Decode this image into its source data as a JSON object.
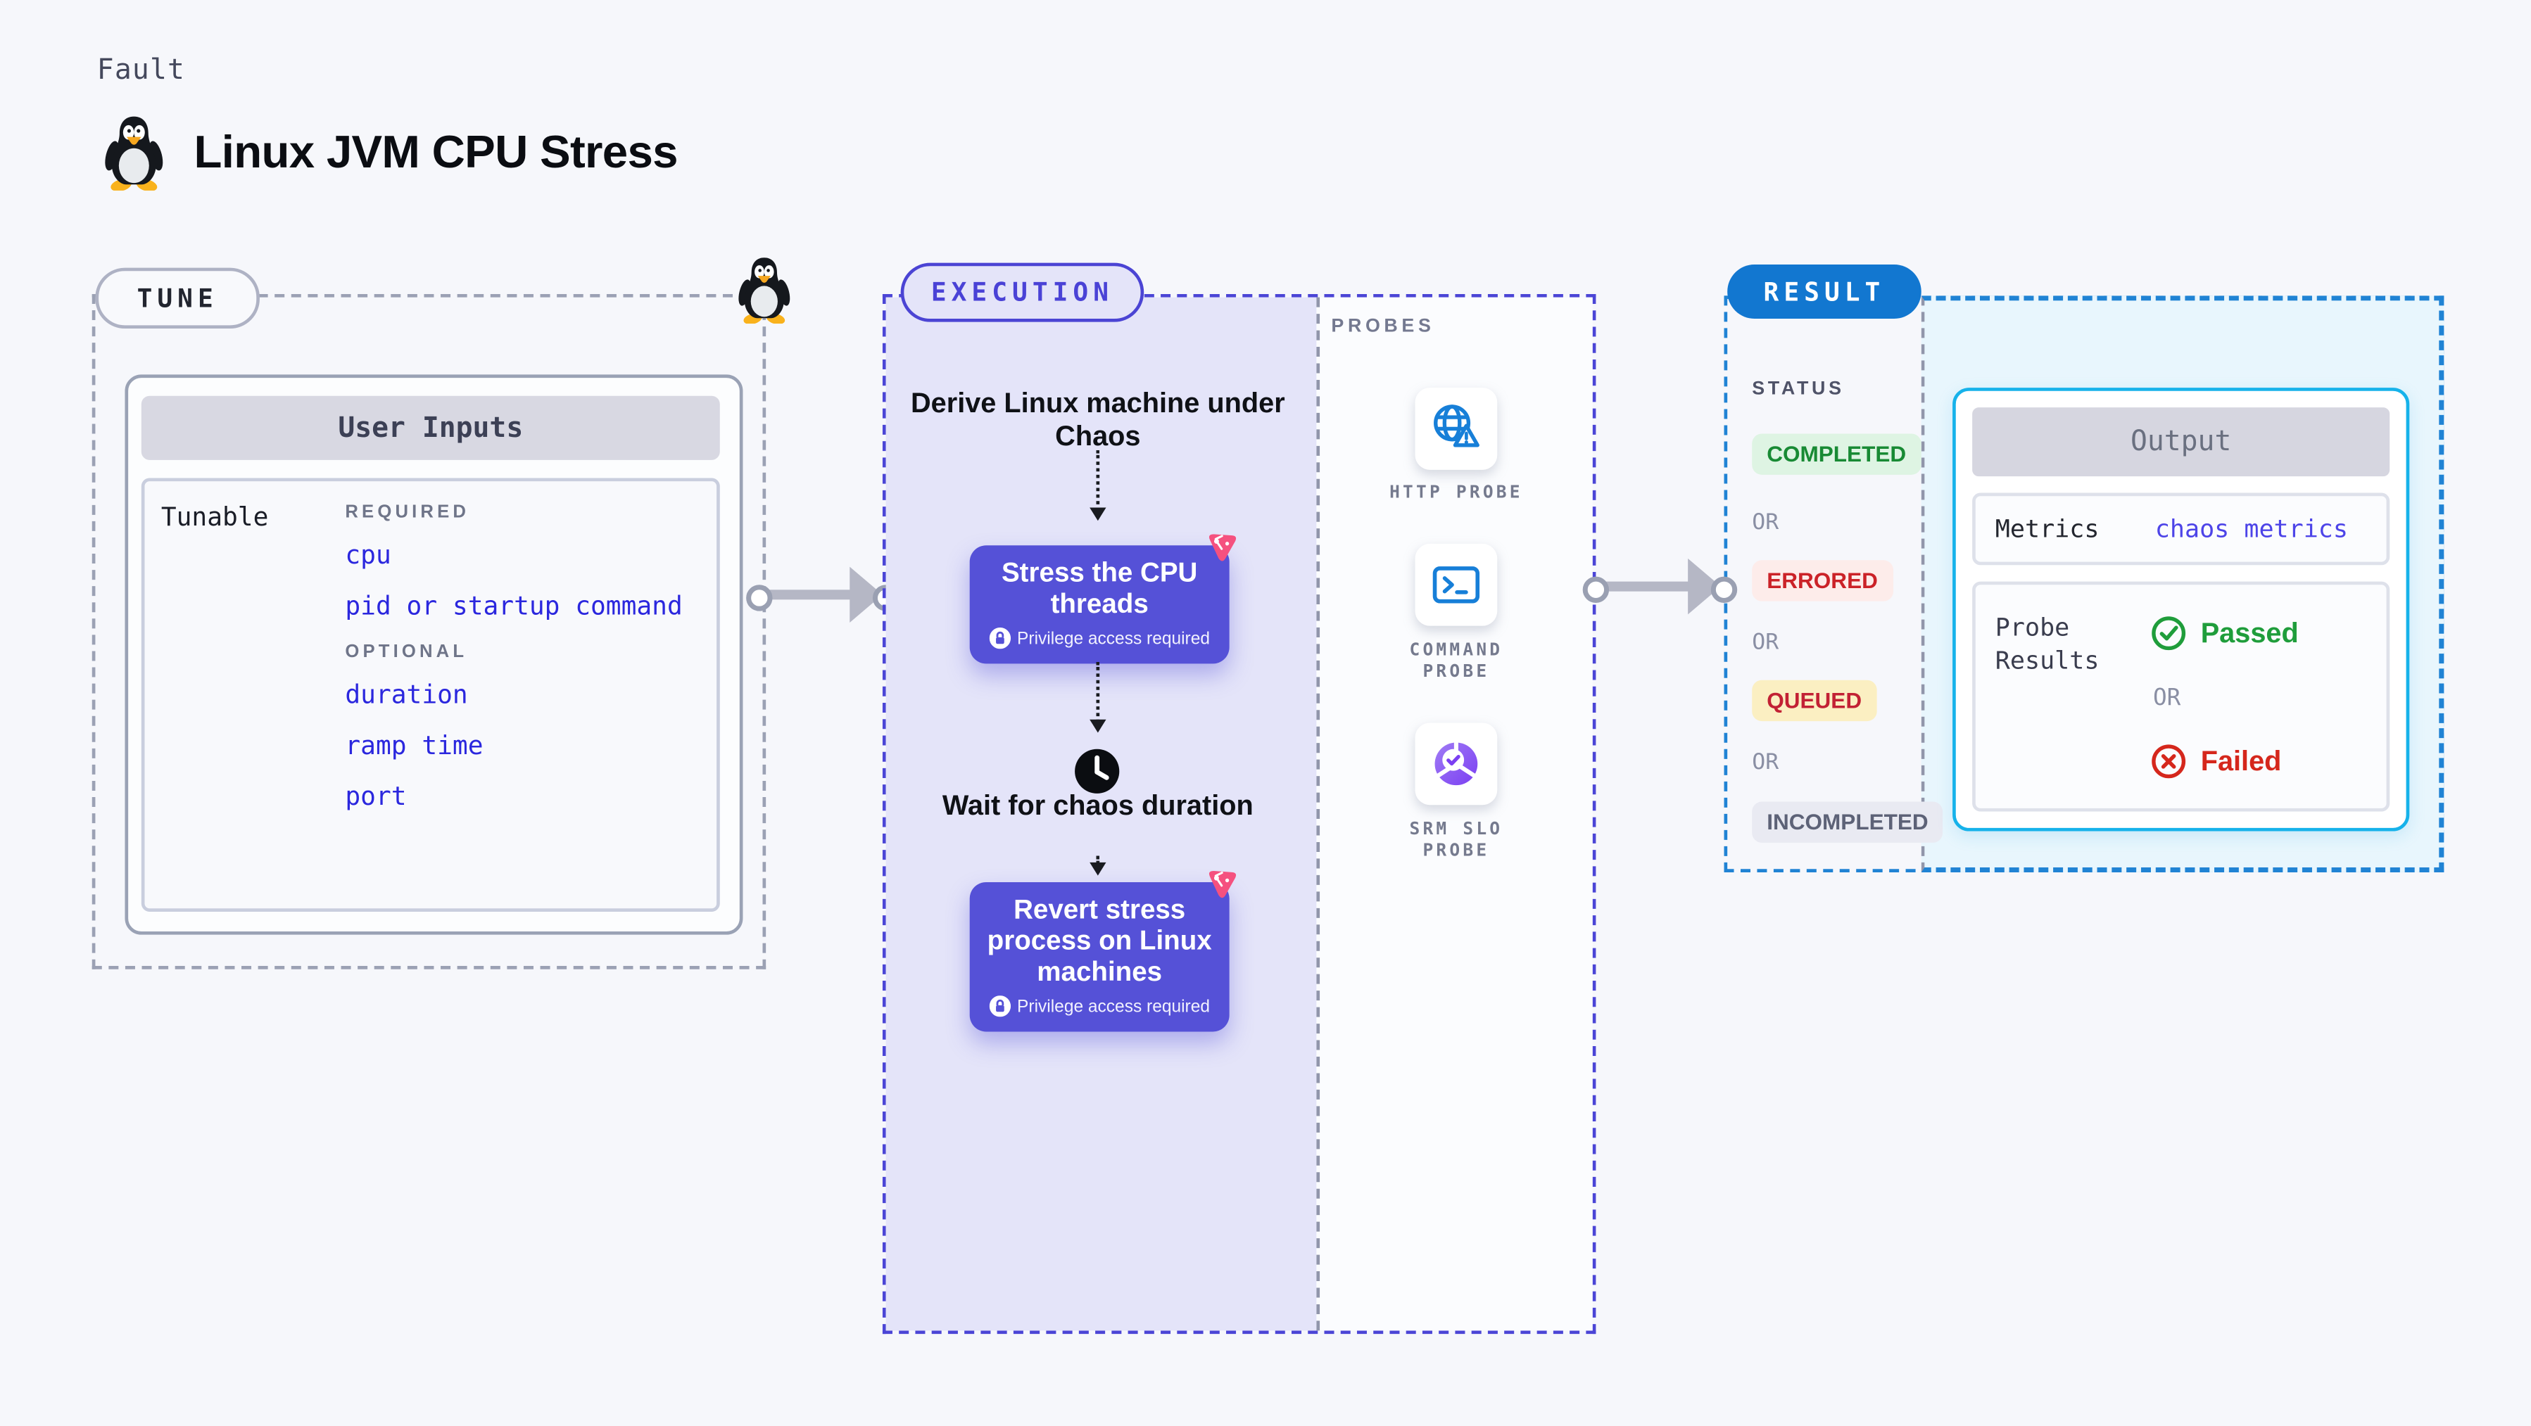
{
  "header": {
    "kicker": "Fault",
    "title": "Linux JVM CPU Stress"
  },
  "tune": {
    "label": "TUNE",
    "card_title": "User Inputs",
    "row_label": "Tunable",
    "required_label": "REQUIRED",
    "required_items": [
      "cpu",
      "pid or startup command"
    ],
    "optional_label": "OPTIONAL",
    "optional_items": [
      "duration",
      "ramp time",
      "port"
    ]
  },
  "execution": {
    "label": "EXECUTION",
    "derive_text": "Derive Linux machine under Chaos",
    "step1_title": "Stress the CPU threads",
    "step1_badge": "Privilege access required",
    "wait_text": "Wait for chaos duration",
    "step2_title": "Revert stress process on Linux machines",
    "step2_badge": "Privilege access required"
  },
  "probes": {
    "label": "PROBES",
    "items": [
      {
        "line1": "HTTP PROBE",
        "line2": "",
        "icon": "globe-alert-icon"
      },
      {
        "line1": "COMMAND",
        "line2": "PROBE",
        "icon": "terminal-icon"
      },
      {
        "line1": "SRM SLO",
        "line2": "PROBE",
        "icon": "slo-check-icon"
      }
    ]
  },
  "result": {
    "label": "RESULT",
    "status_label": "STATUS",
    "or_label": "OR",
    "statuses": [
      {
        "label": "COMPLETED",
        "fg": "#188a34",
        "bg": "#def4e3"
      },
      {
        "label": "ERRORED",
        "fg": "#cb2228",
        "bg": "#fdecea"
      },
      {
        "label": "QUEUED",
        "fg": "#c22134",
        "bg": "#fbefc2"
      },
      {
        "label": "INCOMPLETED",
        "fg": "#5d6277",
        "bg": "#e9eaf2"
      }
    ],
    "output": {
      "title": "Output",
      "metrics_label": "Metrics",
      "metrics_value": "chaos metrics",
      "probe_results_label": "Probe Results",
      "passed_label": "Passed",
      "failed_label": "Failed"
    }
  },
  "icons": {
    "header_icon": "linux-penguin-icon",
    "tune_icon": "linux-penguin-icon",
    "step_corner_icon": "chaos-logo-icon",
    "step_badge_icon": "lock-icon",
    "wait_icon": "clock-icon",
    "passed_icon": "check-circle-icon",
    "failed_icon": "x-circle-icon"
  },
  "colors": {
    "page_bg": "#f6f7fb",
    "tune_border": "#9ba1b4",
    "input_value_blue": "#2b27de",
    "execution_accent": "#4b44d4",
    "execution_panel": "#e4e4f9",
    "step_purple": "#5551d7",
    "chaos_pink": "#f5517f",
    "probe_icon_blue": "#177fd8",
    "srm_purple": "#7b3ff2",
    "result_pill_blue": "#1277d0",
    "result_border_blue": "#2083d4",
    "result_panel_cyan": "#e8f6fd",
    "output_border_cyan": "#16b2ea",
    "passed_green": "#1f9d3b",
    "failed_red": "#d5271c",
    "arrow_gray": "#b5b7c5"
  }
}
